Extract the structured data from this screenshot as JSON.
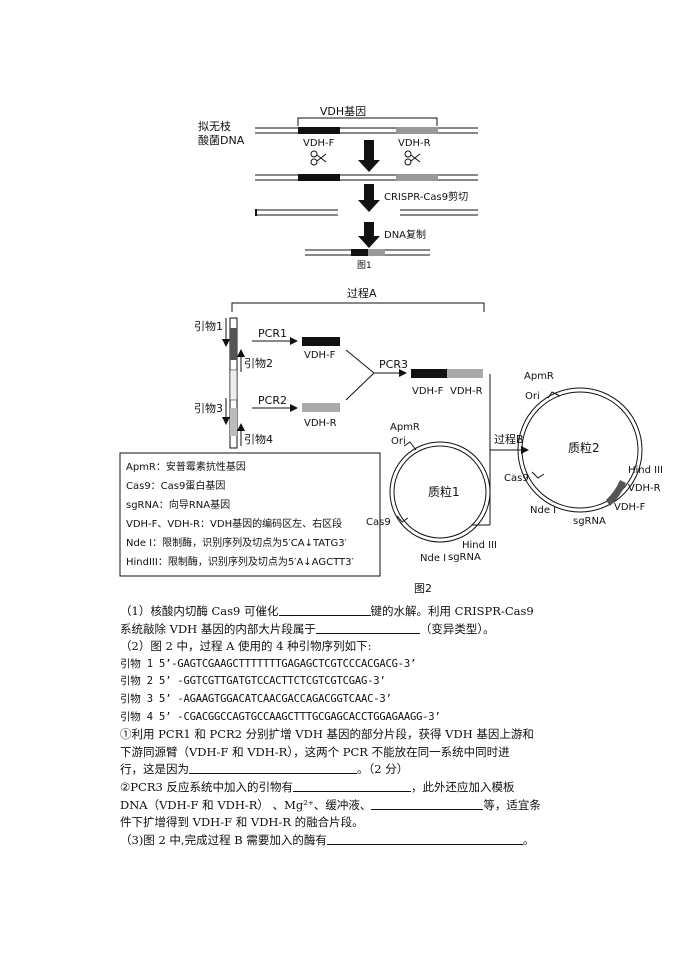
{
  "figure1": {
    "gene_label": "VDH基因",
    "dna_label_line1": "拟无枝",
    "dna_label_line2": "酸菌DNA",
    "vdh_f": "VDH-F",
    "vdh_r": "VDH-R",
    "step1": "CRISPR-Cas9剪切",
    "step2": "DNA复制",
    "caption": "图1"
  },
  "figure2": {
    "process_a": "过程A",
    "process_b": "过程B",
    "primer1": "引物1",
    "primer2": "引物2",
    "primer3": "引物3",
    "primer4": "引物4",
    "pcr1": "PCR1",
    "pcr2": "PCR2",
    "pcr3": "PCR3",
    "vdh_f": "VDH-F",
    "vdh_r": "VDH-R",
    "plasmid1": "质粒1",
    "plasmid2": "质粒2",
    "apmr": "ApmR",
    "ori": "Ori",
    "cas9": "Cas9",
    "ndei": "Nde I",
    "sgrna": "sgRNA",
    "hindiii": "Hind III",
    "legend": [
      "ApmR：安普霉素抗性基因",
      "Cas9：Cas9蛋白基因",
      "sgRNA：向导RNA基因",
      "VDH-F、VDH-R：VDH基因的编码区左、右区段",
      "Nde I：限制酶，识别序列及切点为5′CA↓TATG3′",
      "HindIII：限制酶，识别序列及切点为5′A↓AGCTT3′"
    ],
    "caption": "图2"
  },
  "questions": {
    "q1_a": "（1）核酸内切酶 Cas9 可催化",
    "q1_b": "键的水解。利用 CRISPR-Cas9",
    "q1_c": "系统敲除 VDH 基因的内部大片段属于",
    "q1_d": "（变异类型）。",
    "q2_intro": "（2）图 2 中，过程 A 使用的 4 种引物序列如下:",
    "primers": [
      "引物 1  5’-GAGTCGAAGCTTTTTTTGAGAGCTCGTCCCACGACG-3’",
      "引物 2  5’ -GGTCGTTGATGTCCACTTCTCGTCGTCGAG-3’",
      "引物 3  5’ -AGAAGTGGACATCAACGACCAGACGGTCAAC-3’",
      "引物 4  5’ -CGACGGCCAGTGCCAAGCTTTGCGAGCACCTGGAGAAGG-3’"
    ],
    "q2_1_a": "①利用 PCR1 和 PCR2 分别扩增 VDH 基因的部分片段，获得 VDH 基因上游和",
    "q2_1_b": "下游同源臂（VDH-F 和 VDH-R），这两个 PCR 不能放在同一系统中同时进",
    "q2_1_c": "行，这是因为",
    "q2_1_d": "。（2 分）",
    "q2_2_a": "②PCR3 反应系统中加入的引物有",
    "q2_2_b": "，此外还应加入模板",
    "q2_2_c": "DNA（VDH-F 和 VDH-R）  、Mg²⁺、缓冲液、",
    "q2_2_d": "等，适宜条",
    "q2_2_e": "件下扩增得到 VDH-F 和 VDH-R 的融合片段。",
    "q3_a": "（3)图 2 中,完成过程 B 需要加入的酶有",
    "q3_b": "。"
  }
}
